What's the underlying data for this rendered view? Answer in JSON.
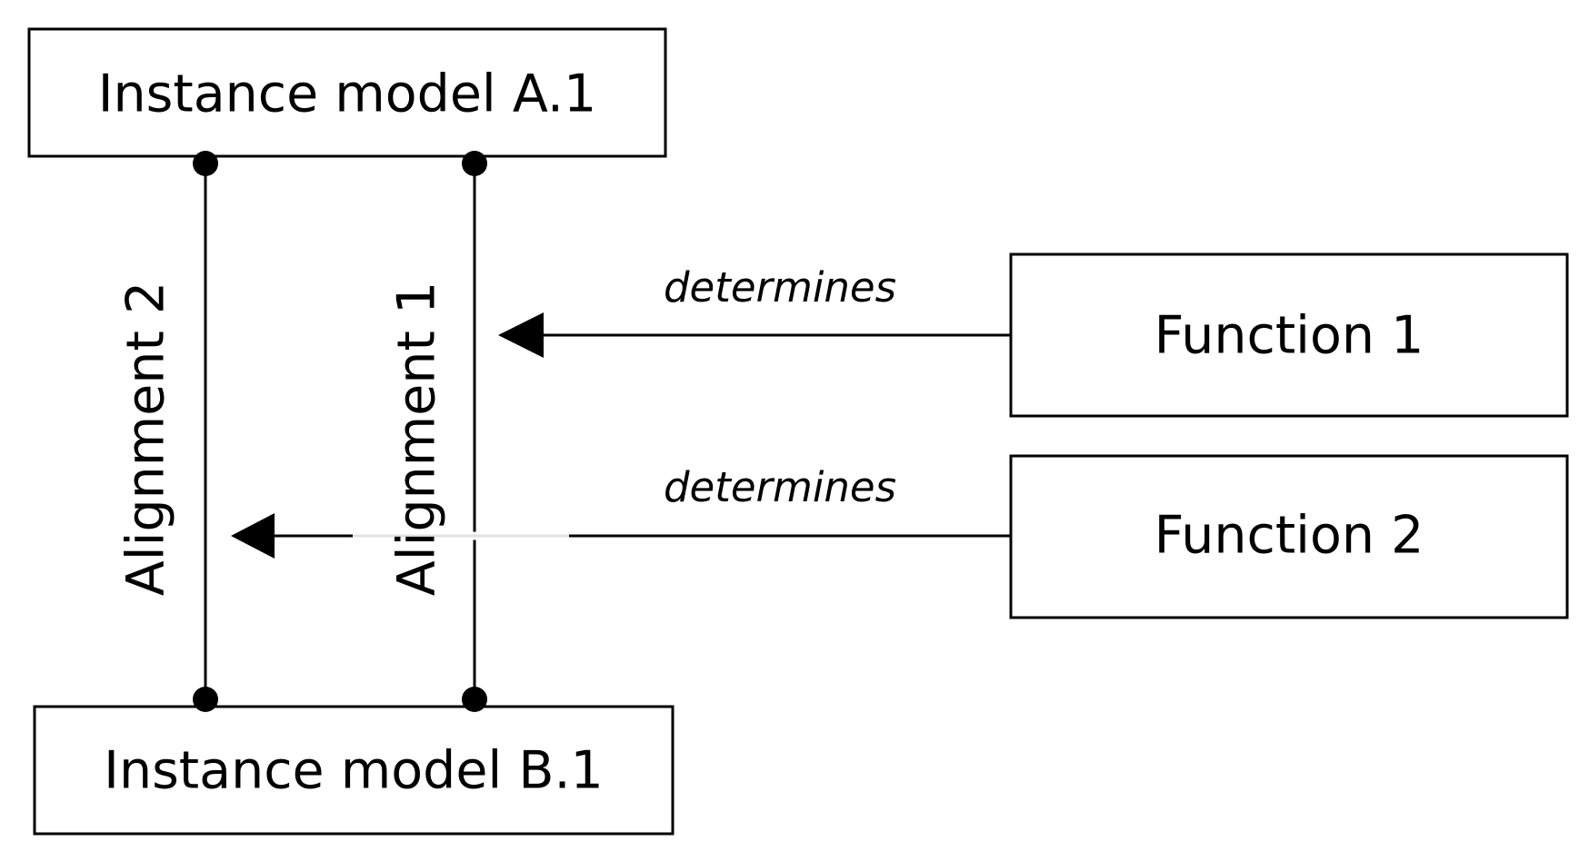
{
  "nodes": {
    "instance_model_a": {
      "label": "Instance model A.1"
    },
    "instance_model_b": {
      "label": "Instance model B.1"
    },
    "function_1": {
      "label": "Function 1"
    },
    "function_2": {
      "label": "Function 2"
    }
  },
  "alignments": {
    "alignment_1": {
      "label": "Alignment 1"
    },
    "alignment_2": {
      "label": "Alignment 2"
    }
  },
  "relations": {
    "function_1_to_alignment_1": {
      "label": "determines"
    },
    "function_2_to_alignment_2": {
      "label": "determines"
    }
  }
}
